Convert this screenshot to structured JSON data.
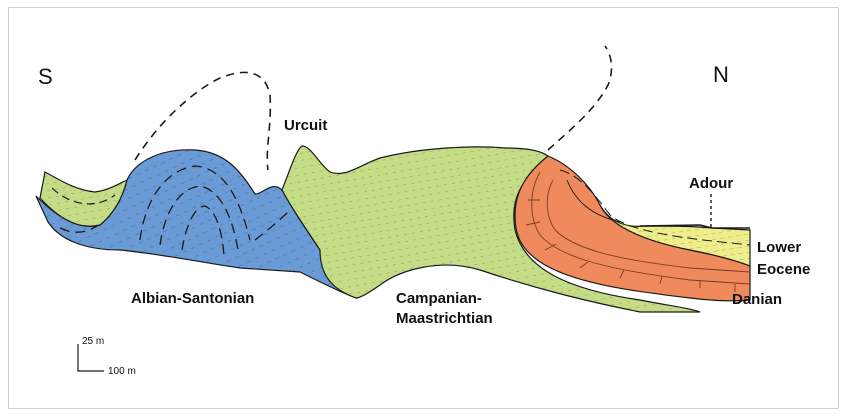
{
  "compass": {
    "south": "S",
    "north": "N"
  },
  "places": {
    "urcuit": "Urcuit",
    "adour": "Adour"
  },
  "units": {
    "albian": "Albian-Santonian",
    "campanian_1": "Campanian-",
    "campanian_2": "Maastrichtian",
    "lower_eocene_1": "Lower",
    "lower_eocene_2": "Eocene",
    "danian": "Danian"
  },
  "scale": {
    "vertical": "25 m",
    "horizontal": "100 m"
  },
  "colors": {
    "albian": "#6b9bd6",
    "campanian": "#c4dc86",
    "danian": "#ef8a5c",
    "eocene": "#efee8c",
    "line": "#1a1a1a"
  }
}
